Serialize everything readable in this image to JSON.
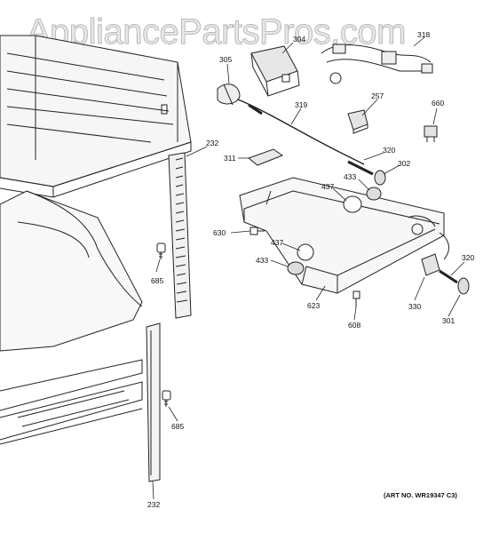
{
  "watermark": "AppliancePartsPros.com",
  "art_number": "(ART NO. WR19347 C3)",
  "callouts": {
    "c305": "305",
    "c304": "304",
    "c318": "318",
    "c319": "319",
    "c257": "257",
    "c660": "660",
    "c232_top": "232",
    "c311": "311",
    "c320_top": "320",
    "c302": "302",
    "c433_top": "433",
    "c437_top": "437",
    "c630": "630",
    "c437_mid": "437",
    "c433_mid": "433",
    "c685_top": "685",
    "c623": "623",
    "c608": "608",
    "c330": "330",
    "c301": "301",
    "c320_bottom": "320",
    "c685_bottom": "685",
    "c232_bottom": "232"
  }
}
